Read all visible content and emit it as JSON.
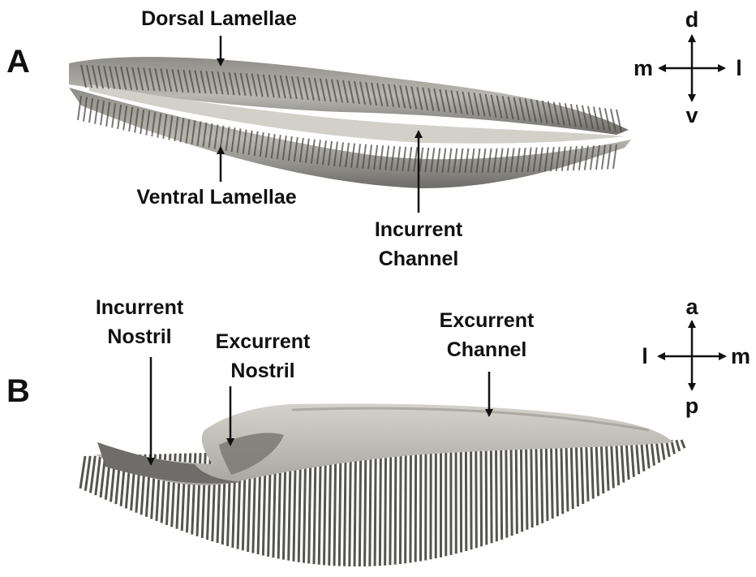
{
  "panel_a": {
    "letter": "A",
    "labels": {
      "dorsal_lamellae": "Dorsal Lamellae",
      "ventral_lamellae": "Ventral Lamellae",
      "incurrent_channel_line1": "Incurrent",
      "incurrent_channel_line2": "Channel"
    },
    "compass": {
      "top": "d",
      "bottom": "v",
      "left": "m",
      "right": "l"
    }
  },
  "panel_b": {
    "letter": "B",
    "labels": {
      "incurrent_nostril_line1": "Incurrent",
      "incurrent_nostril_line2": "Nostril",
      "excurrent_nostril_line1": "Excurrent",
      "excurrent_nostril_line2": "Nostril",
      "excurrent_channel_line1": "Excurrent",
      "excurrent_channel_line2": "Channel"
    },
    "compass": {
      "top": "a",
      "bottom": "p",
      "left": "l",
      "right": "m"
    }
  },
  "colors": {
    "tissue_light": "#c9c7c0",
    "tissue_mid": "#9a9891",
    "tissue_dark": "#4a4a47",
    "ink": "#111111"
  }
}
